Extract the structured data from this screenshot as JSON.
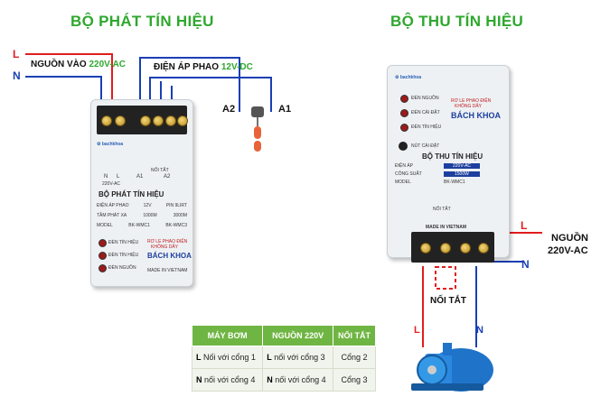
{
  "titles": {
    "transmitter": "BỘ PHÁT TÍN HIỆU",
    "receiver": "BỘ THU TÍN HIỆU"
  },
  "wires": {
    "L": "L",
    "N": "N",
    "A1": "A1",
    "A2": "A2"
  },
  "labels": {
    "power_in_prefix": "NGUỒN VÀO",
    "power_in_value": "220V-AC",
    "float_voltage_prefix": "ĐIỆN ÁP PHAO",
    "float_voltage_value": "12V-DC",
    "receiver_power_line1": "NGUỒN",
    "receiver_power_line2": "220V-AC",
    "bridge": "NỐI TẮT"
  },
  "transmitter_device": {
    "brand": "BÁCH KHOA",
    "relay_line1": "RƠ LE PHAO ĐIỆN",
    "relay_line2": "KHÔNG DÂY",
    "device_title": "BỘ PHÁT TÍN HIỆU",
    "made_in": "MADE IN VIETNAM",
    "specs": [
      {
        "name": "ĐIỆN ÁP PHAO",
        "v1": "12V",
        "v2": "PIN 9LIRT"
      },
      {
        "name": "TẦM PHÁT XA",
        "v1": "1000M",
        "v2": "3000M"
      },
      {
        "name": "MODEL",
        "v1": "BK-WMC1",
        "v2": "BK-WMC3"
      }
    ],
    "terminal_labels": [
      "N",
      "L",
      "A1",
      "A2"
    ],
    "sub_label": "220V-AC",
    "bridge_label": "NỐI TẮT",
    "buttons": [
      "ĐÈN TÍN HIỆU",
      "ĐÈN TÍN HIỆU",
      "ĐÈN NGUỒN"
    ]
  },
  "receiver_device": {
    "brand": "BÁCH KHOA",
    "relay_line1": "RƠ LE PHAO ĐIỆN",
    "relay_line2": "KHÔNG DÂY",
    "leds": [
      "ĐÈN NGUỒN",
      "ĐÈN CÀI ĐẶT",
      "ĐÈN TÍN HIỆU"
    ],
    "setup_button": "NÚT CÀI ĐẶT",
    "device_title": "BỘ THU TÍN HIỆU",
    "specs": [
      {
        "name": "ĐIỆN ÁP",
        "v1": "220V-AC"
      },
      {
        "name": "CÔNG SUẤT",
        "v1": "1500W"
      },
      {
        "name": "MODEL",
        "v1": "BK-WMC1"
      }
    ],
    "bridge_label": "NỐI TẮT",
    "made_in": "MADE IN VIETNAM"
  },
  "table": {
    "headers": [
      "MÁY BƠM",
      "NGUỒN 220V",
      "NỐI TẮT"
    ],
    "rows": [
      {
        "c1_bold": "L",
        "c1": " Nối với cổng 1",
        "c2_bold": "L",
        "c2": " nối với cổng 3",
        "c3": "Cổng 2"
      },
      {
        "c1_bold": "N",
        "c1": " nối với cổng 4",
        "c2_bold": "N",
        "c2": " nối với cổng 4",
        "c3": "Cổng 3"
      }
    ]
  },
  "colors": {
    "live": "#e11d1d",
    "neutral": "#1a3fb5",
    "title": "#2ea82e",
    "table_header": "#6fb543"
  }
}
